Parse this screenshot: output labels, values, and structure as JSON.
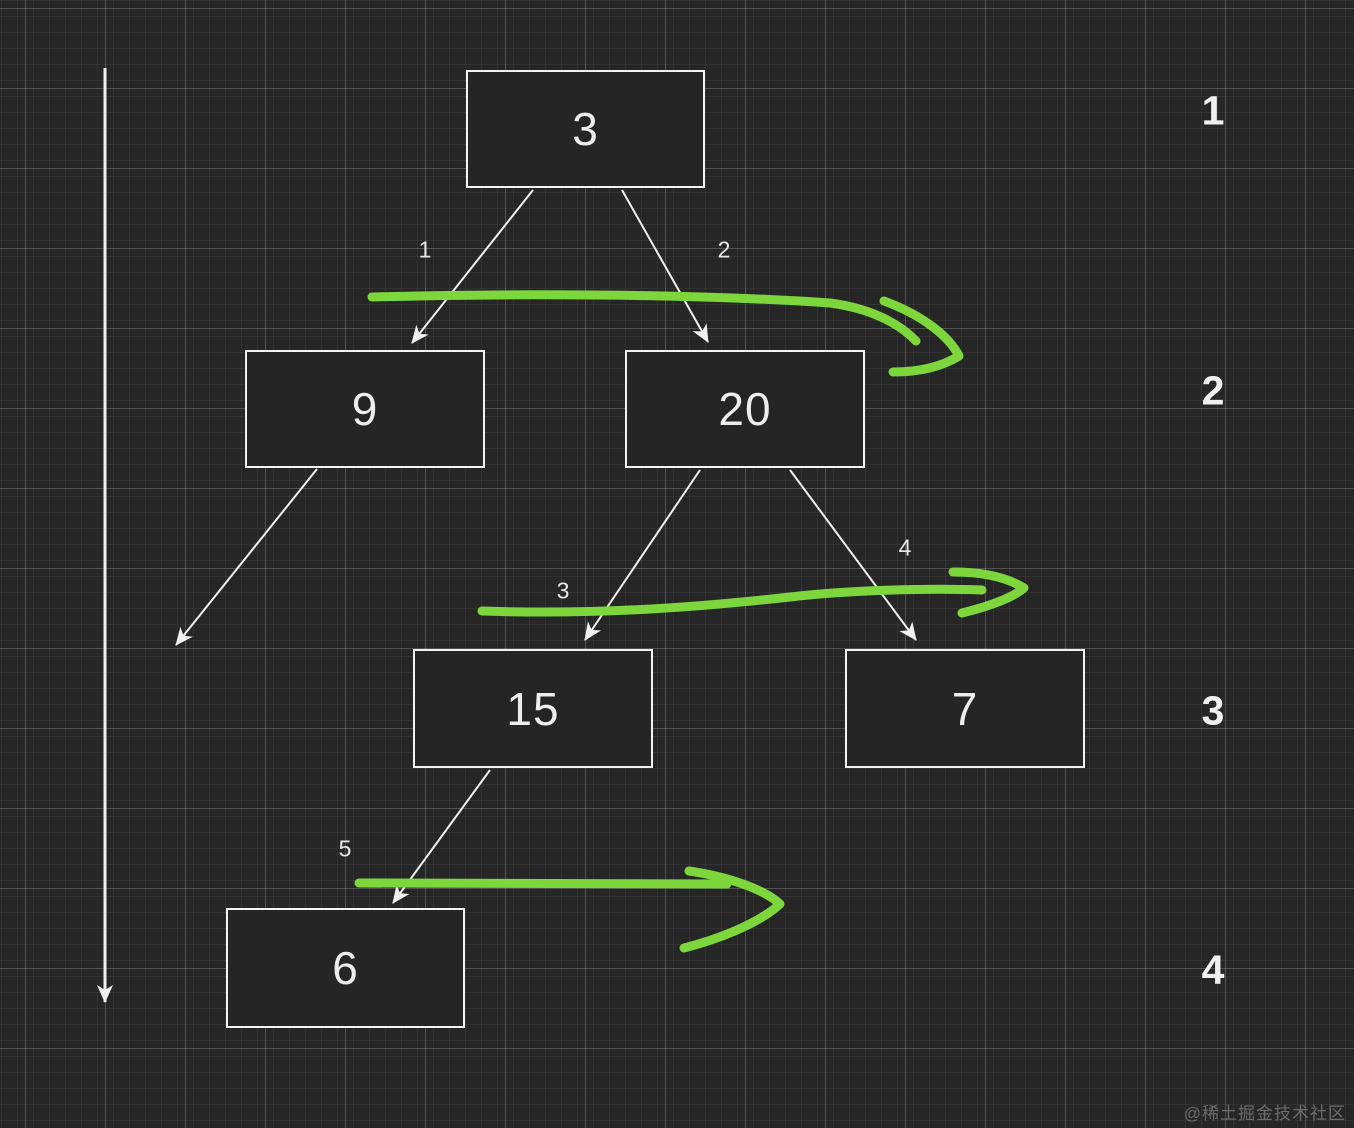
{
  "canvas": {
    "background": "#262626",
    "grid_major": "rgba(255,255,255,0.20)",
    "grid_minor": "rgba(255,255,255,0.05)",
    "accent_green": "#7cd63c",
    "line_white": "#f0f0f0"
  },
  "tree": {
    "nodes": [
      {
        "id": "root",
        "value": "3"
      },
      {
        "id": "left",
        "value": "9"
      },
      {
        "id": "right",
        "value": "20"
      },
      {
        "id": "right-left",
        "value": "15"
      },
      {
        "id": "right-right",
        "value": "7"
      },
      {
        "id": "right-left-left",
        "value": "6"
      }
    ],
    "edge_labels": [
      {
        "text": "1"
      },
      {
        "text": "2"
      },
      {
        "text": "3"
      },
      {
        "text": "4"
      },
      {
        "text": "5"
      }
    ]
  },
  "level_labels": [
    "1",
    "2",
    "3",
    "4"
  ],
  "watermark": "@稀土掘金技术社区"
}
